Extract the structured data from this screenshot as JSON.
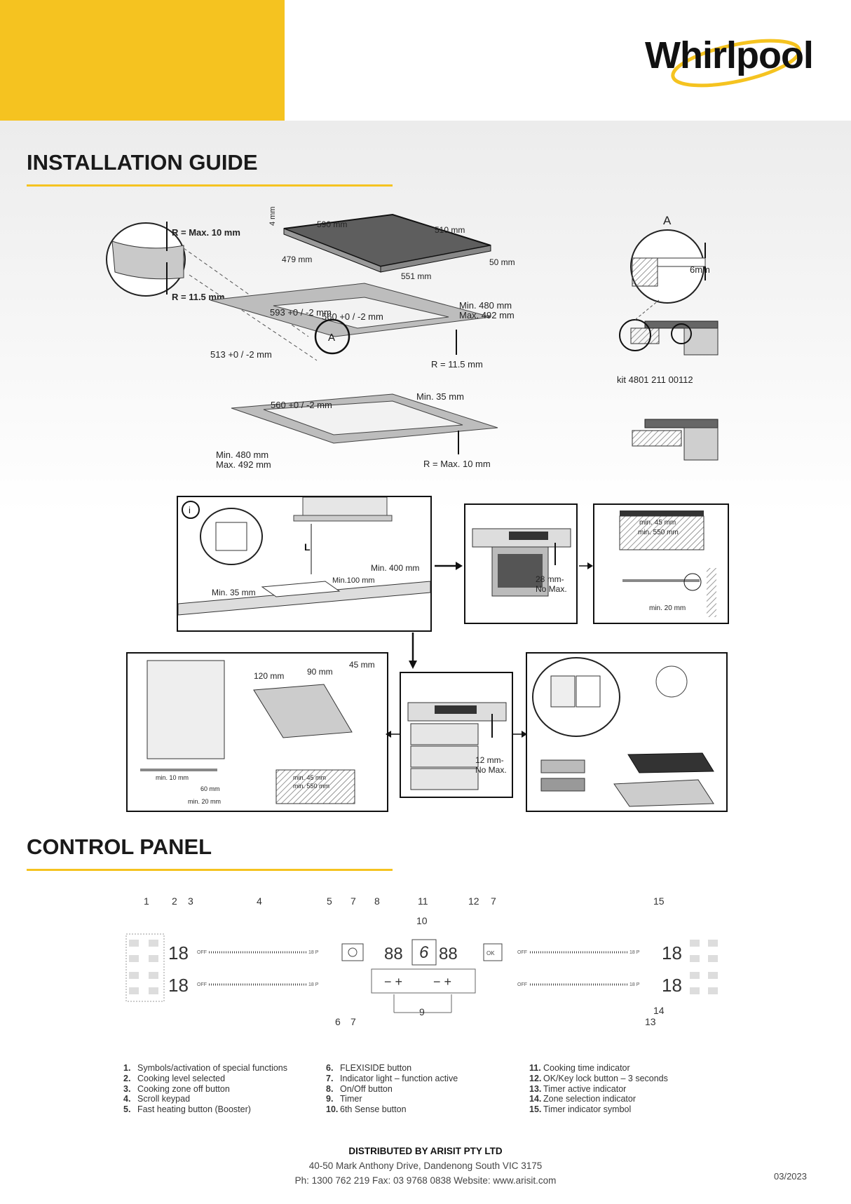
{
  "brand": {
    "name": "Whirlpool"
  },
  "installation": {
    "title": "INSTALLATION GUIDE",
    "hob_dims": {
      "width": "590 mm",
      "depth": "510 mm",
      "height": "50 mm",
      "edge": "4 mm",
      "inner_depth": "479 mm",
      "inner_width": "551 mm",
      "r_max": "R = Max. 10 mm",
      "r_min": "R = 11.5 mm"
    },
    "cutout_1": {
      "w": "593",
      "tol_w": "+0 / -2",
      "unit_w": "mm",
      "d": "513",
      "tol_d": "+0 / -2",
      "unit_d": "mm",
      "inner": "560",
      "tol_inner": "+0 / -2",
      "unit_inner": "mm",
      "min_max_1": "Min. 480 mm",
      "min_max_2": "Max. 492 mm",
      "radius": "R = 11.5 mm",
      "marker": "A"
    },
    "cutout_2": {
      "w": "560",
      "tol": "+0 / -2",
      "unit": "mm",
      "min_edge": "Min. 35 mm",
      "min_d": "Min. 480 mm",
      "max_d": "Max. 492 mm",
      "radius": "R = Max. 10 mm"
    },
    "detail_a": {
      "label": "A",
      "gap": "6mm",
      "kit": "kit 4801 211 00112"
    }
  },
  "clearances": {
    "info_icon": "i",
    "hood_label": "L",
    "min_400": "Min. 400 mm",
    "min_35": "Min. 35 mm",
    "min_100": "Min.100 mm",
    "oven_28": "28 mm-",
    "oven_28b": "No Max.",
    "min_45": "min. 45 mm",
    "min_550": "min. 550 mm",
    "min_20": "min. 20 mm",
    "d_120": "120 mm",
    "d_90": "90 mm",
    "d_45": "45 mm",
    "min_10": "min. 10 mm",
    "d_60": "60 mm",
    "min_20b": "min. 20 mm",
    "min_45b": "min. 45 mm",
    "min_550b": "min. 550 mm",
    "drawer_12": "12 mm-",
    "drawer_12b": "No Max."
  },
  "control_panel": {
    "title": "CONTROL PANEL",
    "callouts_top": [
      "1",
      "2",
      "3",
      "4",
      "5",
      "7",
      "8",
      "11",
      "12",
      "7",
      "15"
    ],
    "callout_10": "10",
    "callouts_bottom": [
      "6",
      "7",
      "9",
      "13",
      "14"
    ],
    "off_label": "OFF",
    "scale_end": "18 P",
    "ok_label": "OK",
    "sense_digit": "6",
    "digits": "18",
    "timer_digits": "88"
  },
  "legend": {
    "col1": [
      {
        "n": "1.",
        "t": "Symbols/activation of special functions"
      },
      {
        "n": "2.",
        "t": "Cooking level selected"
      },
      {
        "n": "3.",
        "t": "Cooking zone off button"
      },
      {
        "n": "4.",
        "t": "Scroll keypad"
      },
      {
        "n": "5.",
        "t": "Fast heating button (Booster)"
      }
    ],
    "col2": [
      {
        "n": "6.",
        "t": "FLEXISIDE button"
      },
      {
        "n": "7.",
        "t": "Indicator light – function active"
      },
      {
        "n": "8.",
        "t": "On/Off button"
      },
      {
        "n": "9.",
        "t": "Timer"
      },
      {
        "n": "10.",
        "t": "6th Sense button"
      }
    ],
    "col3": [
      {
        "n": "11.",
        "t": "Cooking time indicator"
      },
      {
        "n": "12.",
        "t": "OK/Key lock button – 3 seconds"
      },
      {
        "n": "13.",
        "t": "Timer active indicator"
      },
      {
        "n": "14.",
        "t": "Zone selection indicator"
      },
      {
        "n": "15.",
        "t": "Timer indicator symbol"
      }
    ]
  },
  "footer": {
    "title": "DISTRIBUTED BY ARISIT PTY LTD",
    "address": "40-50 Mark Anthony Drive, Dandenong South VIC 3175",
    "contact": "Ph: 1300 762 219 Fax: 03 9768 0838 Website: www.arisit.com",
    "date": "03/2023"
  },
  "colors": {
    "accent": "#f5c320",
    "ink": "#1a1a1a",
    "panel_grey": "#666666"
  }
}
